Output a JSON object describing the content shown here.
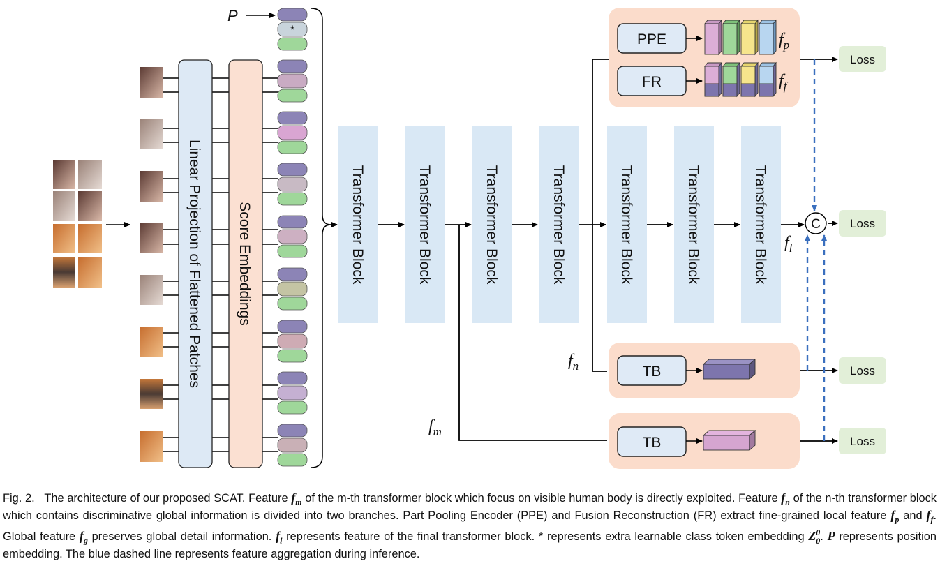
{
  "diagram": {
    "input_label": "P",
    "token_star": "*",
    "linear_projection_label": "Linear Projection of Flattened Patches",
    "score_embeddings_label": "Score Embeddings",
    "transformer_block_label": "Transformer Block",
    "ppe_label": "PPE",
    "fr_label": "FR",
    "tb_label": "TB",
    "loss_label": "Loss",
    "concat_label": "C",
    "features": {
      "fp": "f",
      "fp_sub": "p",
      "ff": "f",
      "ff_sub": "f",
      "fl": "f",
      "fl_sub": "l",
      "fn": "f",
      "fn_sub": "n",
      "fg": "f",
      "fg_sub": "g",
      "fm": "f",
      "fm_sub": "m"
    },
    "colors": {
      "projection_fill": "#dde9f5",
      "score_fill": "#fbe0d2",
      "transformer_fill": "#d9e8f5",
      "branch_panel_fill": "#fbdccb",
      "module_fill": "#dfeaf6",
      "loss_fill": "#e2efd8",
      "token_purple": "#8c84b6",
      "token_green": "#9fd79a",
      "dashed_blue": "#3a6fbe"
    }
  },
  "caption": {
    "fig_label": "Fig. 2.",
    "t1": "The architecture of our proposed SCAT. Feature ",
    "m1": "f",
    "m1_sub": "m",
    "t2": " of the m-th transformer block which focus on visible human body is directly exploited. Feature ",
    "m2": "f",
    "m2_sub": "n",
    "t3": " of the n-th transformer block which contains discriminative global information is divided into two branches. Part Pooling Encoder (PPE) and Fusion Reconstruction (FR) extract fine-grained local feature ",
    "m3": "f",
    "m3_sub": "p",
    "t4": " and ",
    "m4": "f",
    "m4_sub": "f",
    "t5": ". Global feature ",
    "m5": "f",
    "m5_sub": "g",
    "t6": " preserves global detail information. ",
    "m6": "f",
    "m6_sub": "l",
    "t7": " represents feature of the final transformer block. * represents extra learnable class token embedding ",
    "m7": "Z",
    "m7_sup": "0",
    "m7_sub": "0",
    "t8": ". ",
    "m8": "P",
    "t9": " represents position embedding. The blue dashed line represents feature aggregation during inference."
  }
}
